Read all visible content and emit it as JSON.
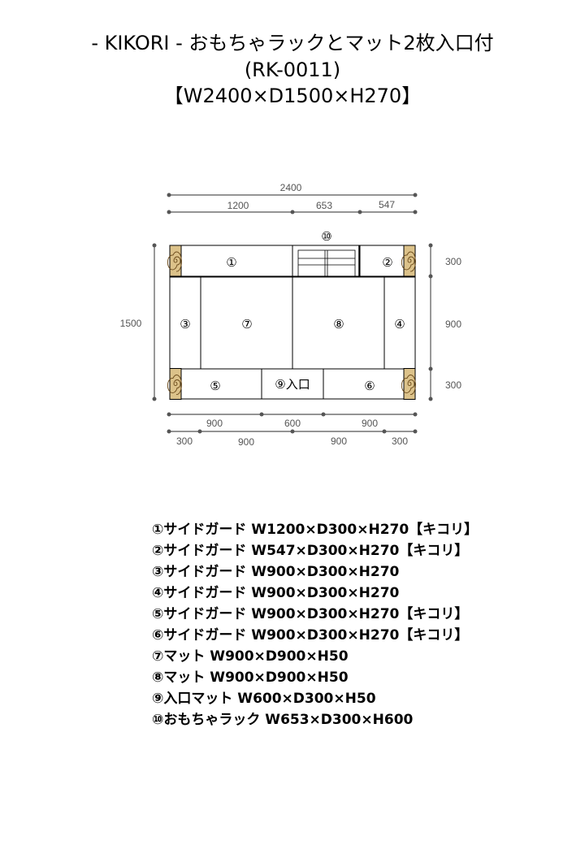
{
  "title": {
    "line1": "- KIKORI - おもちゃラックとマット2枚入口付",
    "line2": "(RK-0011)",
    "line3": "【W2400×D1500×H270】"
  },
  "dimensions": {
    "top_total": "2400",
    "top_parts": [
      "1200",
      "653",
      "547"
    ],
    "left_total": "1500",
    "right_parts": [
      "300",
      "900",
      "300"
    ],
    "bottom_row1": [
      "900",
      "600",
      "900"
    ],
    "bottom_row2": [
      "300",
      "900",
      "900",
      "300"
    ]
  },
  "labels": {
    "p1": "①",
    "p2": "②",
    "p3": "③",
    "p4": "④",
    "p5": "⑤",
    "p6": "⑥",
    "p7": "⑦",
    "p8": "⑧",
    "p9": "⑨入口",
    "p10": "⑩"
  },
  "colors": {
    "wood": "#dcc28a",
    "dim": "#555555"
  },
  "parts_list": [
    "①サイドガード W1200×D300×H270【キコリ】",
    "②サイドガード W547×D300×H270【キコリ】",
    "③サイドガード W900×D300×H270",
    "④サイドガード W900×D300×H270",
    "⑤サイドガード W900×D300×H270【キコリ】",
    "⑥サイドガード W900×D300×H270【キコリ】",
    "⑦マット W900×D900×H50",
    "⑧マット W900×D900×H50",
    "⑨入口マット W600×D300×H50",
    "⑩おもちゃラック W653×D300×H600"
  ]
}
